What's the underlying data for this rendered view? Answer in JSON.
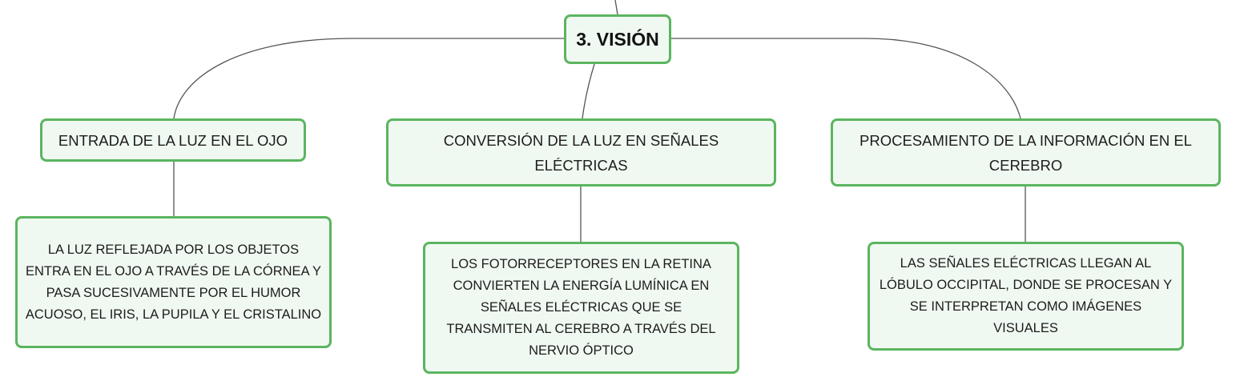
{
  "diagram": {
    "root": {
      "label": "3. VISIÓN"
    },
    "branches": [
      {
        "label": "ENTRADA DE LA LUZ EN EL OJO",
        "detail": "LA LUZ REFLEJADA POR LOS OBJETOS ENTRA EN EL OJO A TRAVÉS DE LA CÓRNEA Y PASA SUCESIVAMENTE POR EL HUMOR ACUOSO, EL IRIS, LA PUPILA Y EL CRISTALINO"
      },
      {
        "label": "CONVERSIÓN DE LA LUZ EN SEÑALES ELÉCTRICAS",
        "detail": "LOS FOTORRECEPTORES EN LA RETINA CONVIERTEN LA ENERGÍA LUMÍNICA EN SEÑALES ELÉCTRICAS QUE SE TRANSMITEN AL CEREBRO A TRAVÉS DEL NERVIO ÓPTICO"
      },
      {
        "label": "PROCESAMIENTO DE LA INFORMACIÓN EN EL CEREBRO",
        "detail": "LAS SEÑALES ELÉCTRICAS LLEGAN AL LÓBULO OCCIPITAL, DONDE SE PROCESAN Y SE INTERPRETAN COMO IMÁGENES VISUALES"
      }
    ]
  },
  "colors": {
    "node_border": "#5bb55f",
    "node_fill": "#f0f9f1",
    "connector": "#555555"
  }
}
